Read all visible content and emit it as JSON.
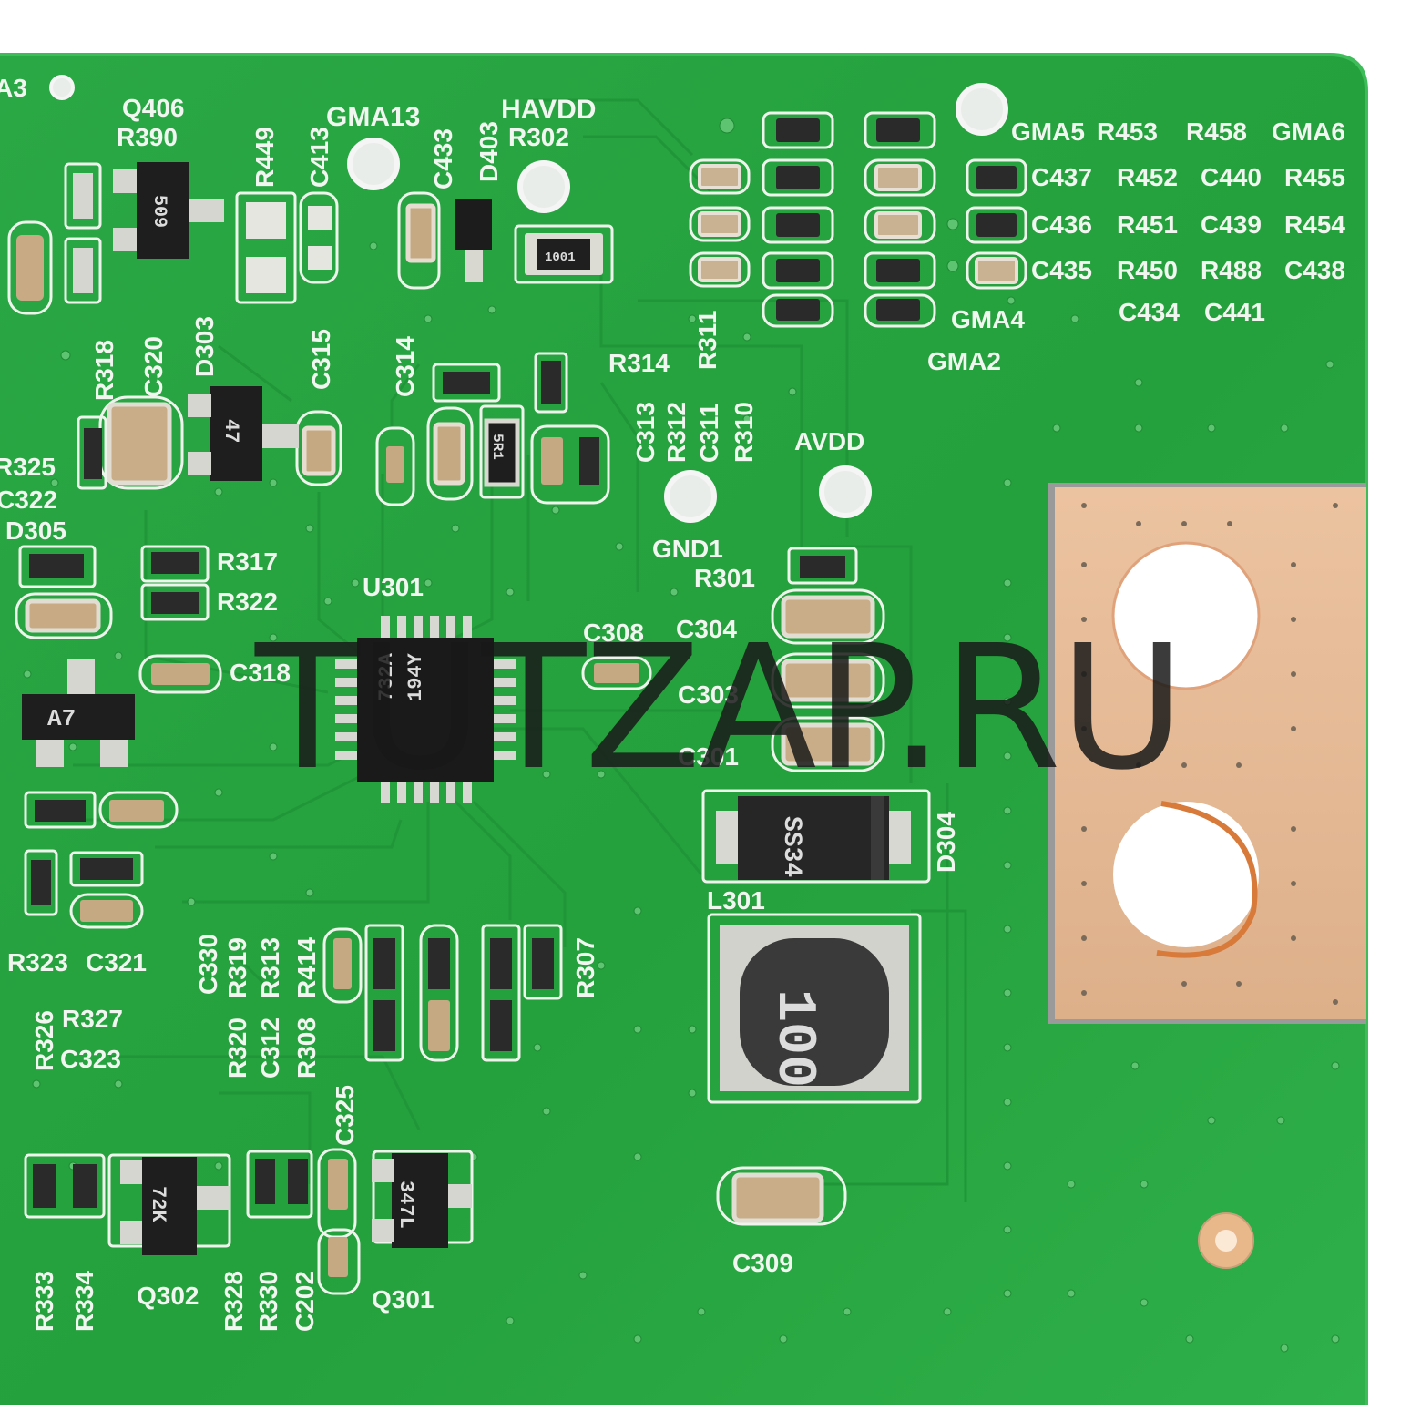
{
  "watermark": "TUTZAP.RU",
  "colors": {
    "board": "#27a33f",
    "silkscreen": "#f2f6f0",
    "copper": "#e3b48c",
    "background": "#ffffff"
  },
  "labels": [
    {
      "t": "Q406"
    },
    {
      "t": "R390"
    },
    {
      "t": "R449"
    },
    {
      "t": "C413"
    },
    {
      "t": "GMA13"
    },
    {
      "t": "C433"
    },
    {
      "t": "D403"
    },
    {
      "t": "HAVDD"
    },
    {
      "t": "R302"
    },
    {
      "t": "R318"
    },
    {
      "t": "C320"
    },
    {
      "t": "D303"
    },
    {
      "t": "C315"
    },
    {
      "t": "C314"
    },
    {
      "t": "R314"
    },
    {
      "t": "R311"
    },
    {
      "t": "C313"
    },
    {
      "t": "R312"
    },
    {
      "t": "C311"
    },
    {
      "t": "R310"
    },
    {
      "t": "AVDD"
    },
    {
      "t": "GND1"
    },
    {
      "t": "R301"
    },
    {
      "t": "R325"
    },
    {
      "t": "C322"
    },
    {
      "t": "D305"
    },
    {
      "t": "R317"
    },
    {
      "t": "R322"
    },
    {
      "t": "U301"
    },
    {
      "t": "C318"
    },
    {
      "t": "C308"
    },
    {
      "t": "C304"
    },
    {
      "t": "C303"
    },
    {
      "t": "C301"
    },
    {
      "t": "D304"
    },
    {
      "t": "L301"
    },
    {
      "t": "R323"
    },
    {
      "t": "C321"
    },
    {
      "t": "R326"
    },
    {
      "t": "R327"
    },
    {
      "t": "C323"
    },
    {
      "t": "C330"
    },
    {
      "t": "R320"
    },
    {
      "t": "R319"
    },
    {
      "t": "C312"
    },
    {
      "t": "R313"
    },
    {
      "t": "R308"
    },
    {
      "t": "R414"
    },
    {
      "t": "R307"
    },
    {
      "t": "C325"
    },
    {
      "t": "R333"
    },
    {
      "t": "R334"
    },
    {
      "t": "Q302"
    },
    {
      "t": "R328"
    },
    {
      "t": "R330"
    },
    {
      "t": "C202"
    },
    {
      "t": "Q301"
    },
    {
      "t": "C309"
    },
    {
      "t": "GMA5"
    },
    {
      "t": "R453"
    },
    {
      "t": "R458"
    },
    {
      "t": "GMA6"
    },
    {
      "t": "C437"
    },
    {
      "t": "R452"
    },
    {
      "t": "C440"
    },
    {
      "t": "R455"
    },
    {
      "t": "C436"
    },
    {
      "t": "R451"
    },
    {
      "t": "C439"
    },
    {
      "t": "R454"
    },
    {
      "t": "C435"
    },
    {
      "t": "R450"
    },
    {
      "t": "R488"
    },
    {
      "t": "C438"
    },
    {
      "t": "C434"
    },
    {
      "t": "C441"
    },
    {
      "t": "GMA4"
    },
    {
      "t": "GMA2"
    },
    {
      "t": "A3"
    }
  ],
  "markings": [
    {
      "t": "509"
    },
    {
      "t": "1001"
    },
    {
      "t": "47"
    },
    {
      "t": "5R1"
    },
    {
      "t": "A7"
    },
    {
      "t": "732A"
    },
    {
      "t": "194Y"
    },
    {
      "t": "SS34"
    },
    {
      "t": "100"
    },
    {
      "t": "72K"
    },
    {
      "t": "347L"
    }
  ]
}
